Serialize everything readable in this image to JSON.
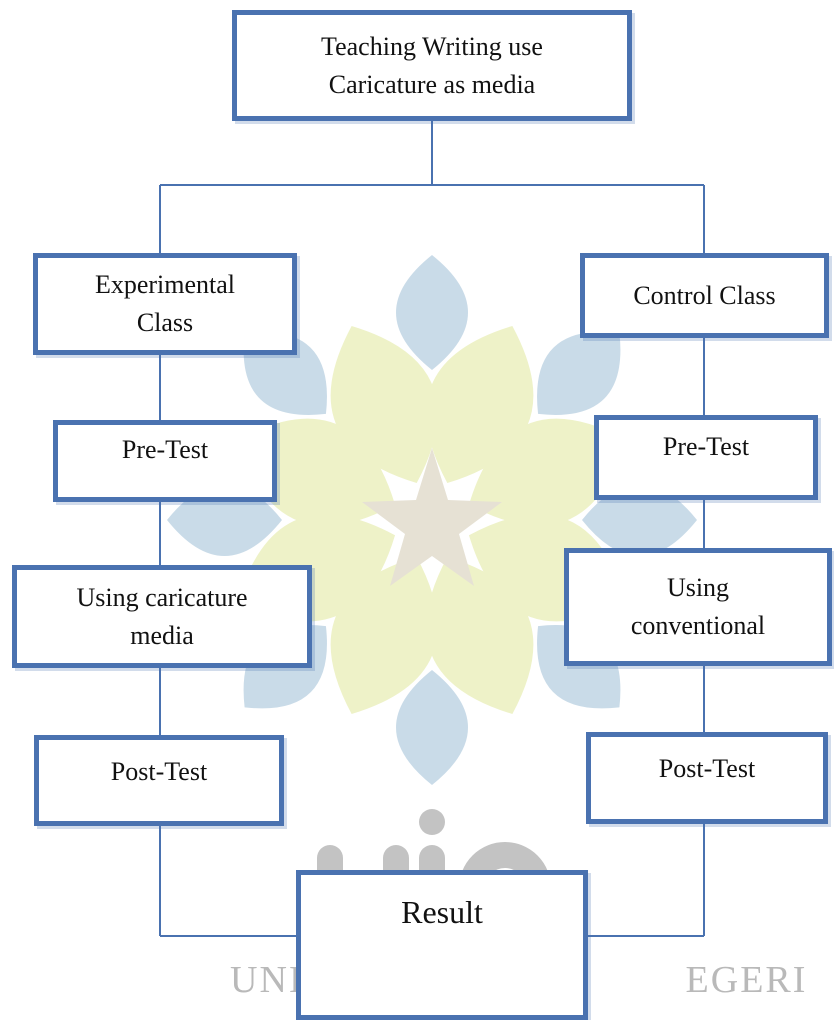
{
  "diagram": {
    "top_box": "Teaching Writing use Caricature as media",
    "left_branch": {
      "class": "Experimental Class",
      "pre_test": "Pre-Test",
      "treatment": "Using caricature media",
      "post_test": "Post-Test"
    },
    "right_branch": {
      "class": "Control Class",
      "pre_test": "Pre-Test",
      "treatment": "Using conventional",
      "post_test": "Post-Test"
    },
    "result": "Result"
  },
  "watermark": {
    "logo_text": "uin",
    "caption_left": "UNIVER",
    "caption_right": "EGERI"
  },
  "colors": {
    "box_border": "#4a72b0",
    "connector": "#4a72b0",
    "watermark_blue": "#c9dbe8",
    "watermark_green": "#eef2c8",
    "watermark_star": "#e6e1d4",
    "watermark_text": "#b9b9b9"
  }
}
